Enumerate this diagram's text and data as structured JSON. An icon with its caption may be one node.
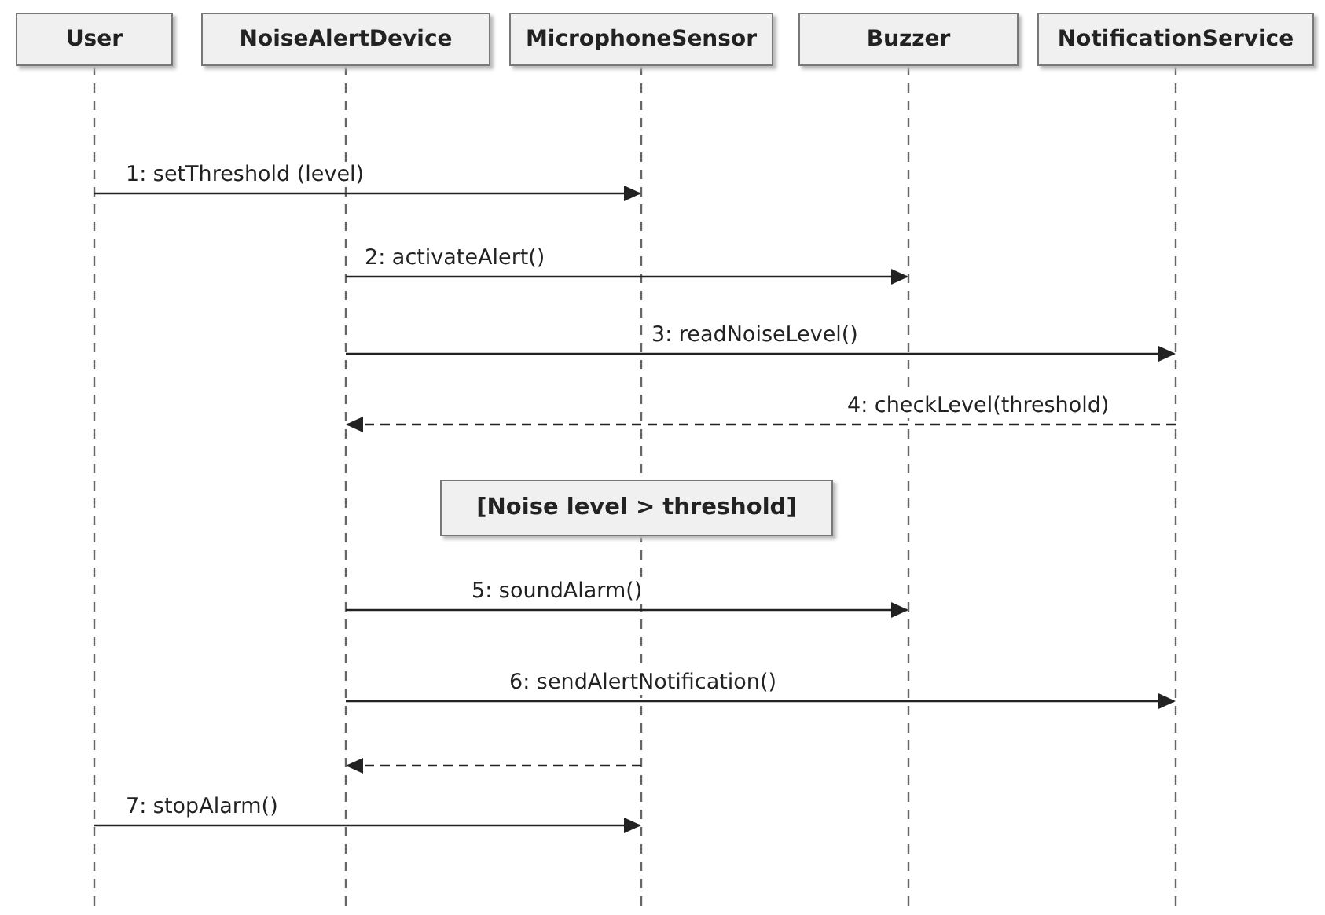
{
  "diagram": {
    "nodes": [
      {
        "text": [
          "User"
        ]
      },
      {
        "text": [
          "NoiseAlertDevice"
        ]
      },
      {
        "text": [
          "MicrophoneSensor"
        ]
      },
      {
        "text": [
          "Buzzer"
        ]
      },
      {
        "text": [
          "NotificationService"
        ]
      },
      {
        "text": [
          "[Noise level > threshold]"
        ]
      }
    ],
    "edges": [
      {
        "from": 0,
        "to": 2,
        "arrow": "to",
        "label": "1: setThreshold (level)"
      },
      {
        "from": 1,
        "to": 3,
        "arrow": "to",
        "label": "2: activateAlert()"
      },
      {
        "from": 1,
        "to": 4,
        "arrow": "to",
        "label": "3: readNoiseLevel()"
      },
      {
        "from": 4,
        "to": 1,
        "arrow": "to",
        "style": "dashed",
        "label": "4: checkLevel(threshold)"
      },
      {
        "from": 1,
        "to": 3,
        "arrow": "to",
        "label": "5: soundAlarm()"
      },
      {
        "from": 1,
        "to": 4,
        "arrow": "to",
        "label": "6: sendAlertNotification()"
      },
      {
        "from": 2,
        "to": 1,
        "arrow": "to",
        "style": "dashed"
      },
      {
        "from": 0,
        "to": 2,
        "arrow": "to",
        "label": "7: stopAlarm()"
      }
    ]
  }
}
